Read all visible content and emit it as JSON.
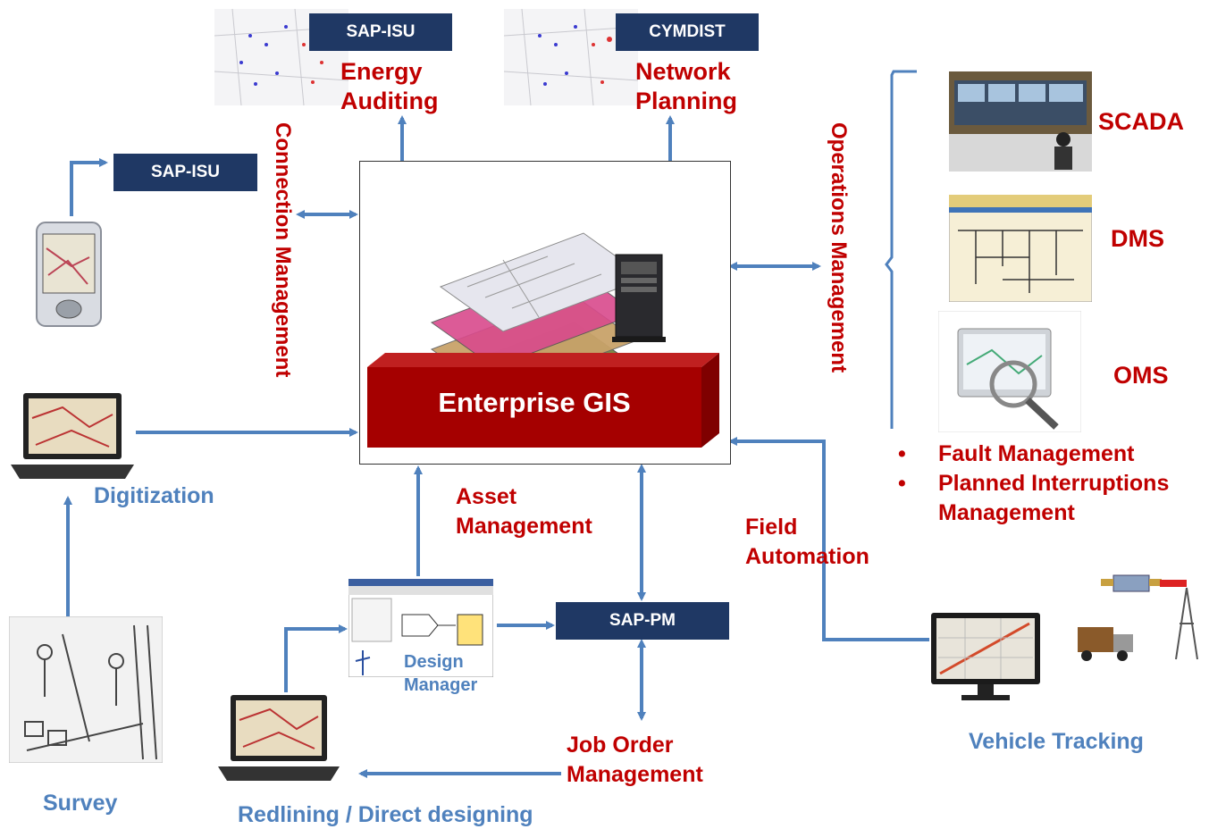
{
  "center": {
    "title": "Enterprise GIS"
  },
  "top_boxes": {
    "left": "SAP-ISU",
    "right": "CYMDIST"
  },
  "top_labels": {
    "left": "Energy\nAuditing",
    "right": "Network\nPlanning"
  },
  "left_box": "SAP-ISU",
  "vertical_labels": {
    "connection": "Connection Management",
    "operations": "Operations Management"
  },
  "systems": [
    "SCADA",
    "DMS",
    "OMS"
  ],
  "bullets": [
    "Fault Management",
    "Planned Interruptions",
    "Management"
  ],
  "labels": {
    "digitization": "Digitization",
    "asset": "Asset\nManagement",
    "field": "Field\nAutomation",
    "design": "Design\nManager",
    "sap_pm": "SAP-PM",
    "job_order": "Job Order\nManagement",
    "vehicle": "Vehicle Tracking",
    "survey": "Survey",
    "redlining": "Redlining / Direct designing"
  },
  "colors": {
    "red": "#c00000",
    "blue": "#4f81bd",
    "navy": "#1f3864",
    "arrow": "#4f81bd"
  }
}
